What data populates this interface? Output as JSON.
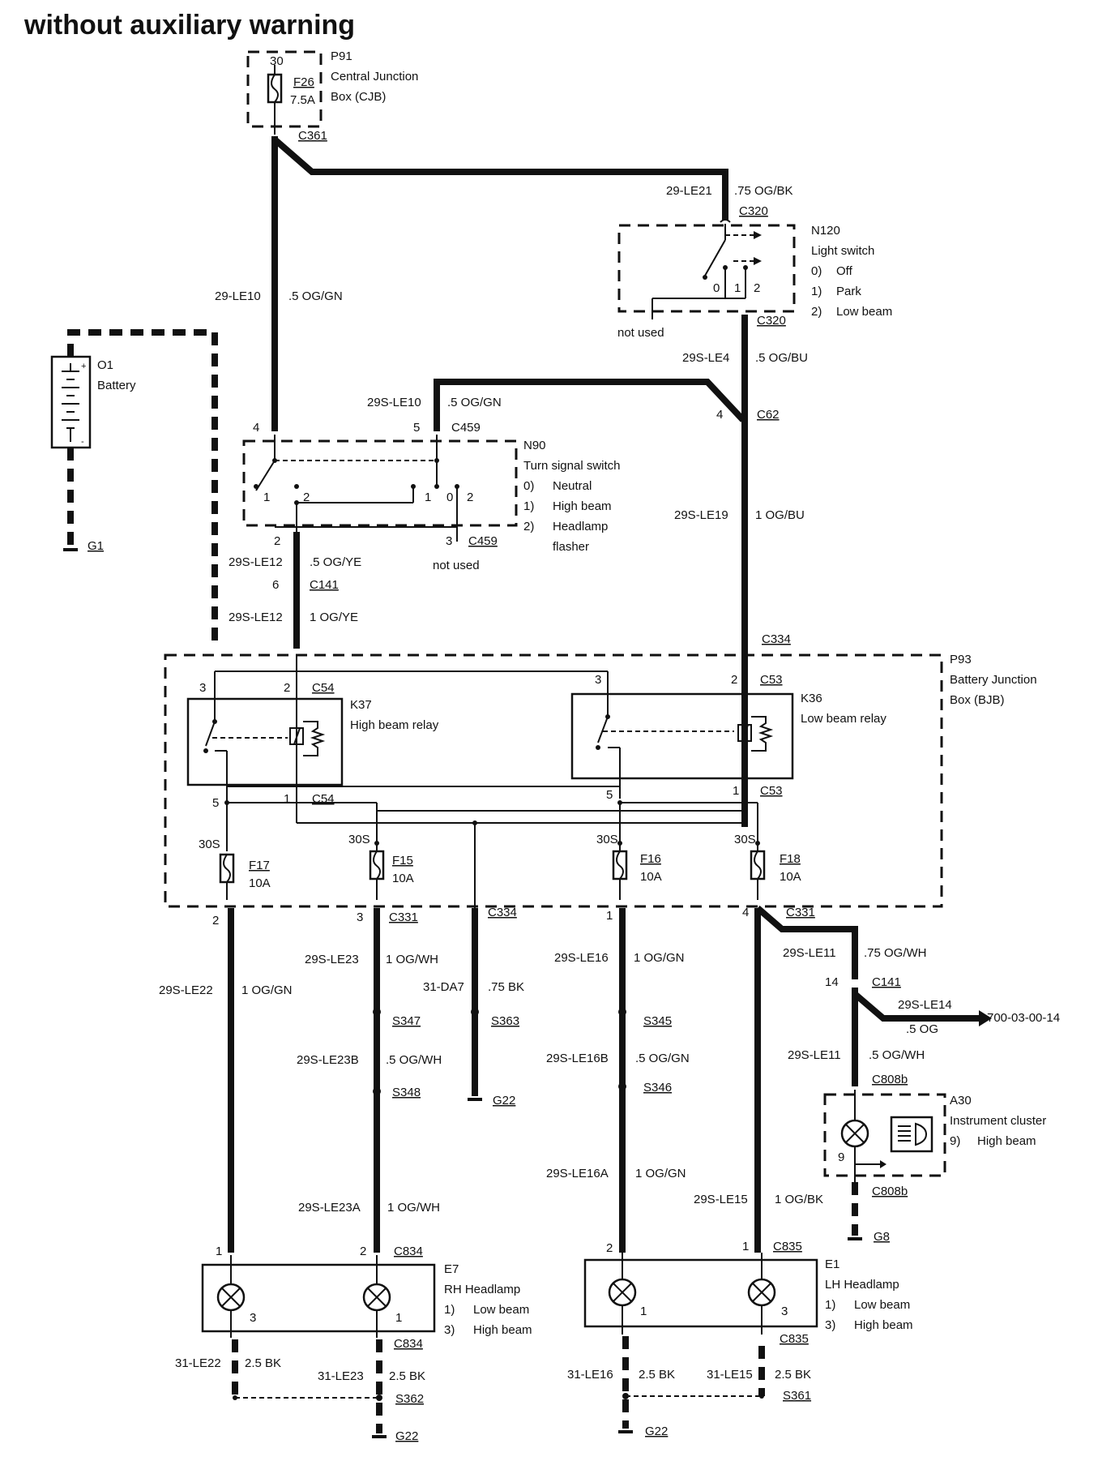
{
  "title": "without auxiliary warning",
  "components": {
    "p91": {
      "id": "P91",
      "name1": "Central Junction",
      "name2": "Box (CJB)",
      "fuse": "F26",
      "rating": "7.5A",
      "pin": "30",
      "connector": "C361"
    },
    "n120": {
      "id": "N120",
      "name": "Light switch",
      "pos0_num": "0)",
      "pos0": "Off",
      "pos1_num": "1)",
      "pos1": "Park",
      "pos2_num": "2)",
      "pos2": "Low beam",
      "connector_top": "C320",
      "connector_bottom": "C320",
      "note": "not used",
      "sw0": "0",
      "sw1": "1",
      "sw2": "2"
    },
    "o1": {
      "id": "O1",
      "name": "Battery",
      "ground": "G1"
    },
    "n90": {
      "id": "N90",
      "name": "Turn signal switch",
      "pos0_num": "0)",
      "pos0": "Neutral",
      "pos1_num": "1)",
      "pos1": "High beam",
      "pos2_num": "2)",
      "pos2a": "Headlamp",
      "pos2b": "flasher",
      "connector_top": "C459",
      "connector_bottom": "C459",
      "pin4": "4",
      "pin5": "5",
      "pin2": "2",
      "pin3": "3",
      "note": "not used",
      "swl1": "1",
      "swl2": "2",
      "swr1": "1",
      "swr0": "0",
      "swr2": "2"
    },
    "c62": {
      "id": "C62",
      "pin": "4"
    },
    "c141a": {
      "id": "C141",
      "pin": "6"
    },
    "p93": {
      "id": "P93",
      "name1": "Battery Junction",
      "name2": "Box (BJB)",
      "c334": "C334"
    },
    "k37": {
      "id": "K37",
      "name": "High beam relay",
      "conn_top": "C54",
      "conn_bottom": "C54",
      "pin3": "3",
      "pin2": "2",
      "pin5": "5",
      "pin1": "1"
    },
    "k36": {
      "id": "K36",
      "name": "Low beam relay",
      "conn_top": "C53",
      "conn_bottom": "C53",
      "pin3": "3",
      "pin2": "2",
      "pin5": "5",
      "pin1": "1"
    },
    "fuses": [
      {
        "id": "F17",
        "rating": "10A",
        "term": "30S"
      },
      {
        "id": "F15",
        "rating": "10A",
        "term": "30S"
      },
      {
        "id": "F16",
        "rating": "10A",
        "term": "30S"
      },
      {
        "id": "F18",
        "rating": "10A",
        "term": "30S"
      }
    ],
    "c331": {
      "id": "C331",
      "pin2": "2",
      "pin3": "3",
      "pin1": "1",
      "pin4": "4",
      "id2": "C331"
    },
    "c334b": {
      "id": "C334"
    },
    "splices": {
      "s347": "S347",
      "s348": "S348",
      "s363": "S363",
      "s345": "S345",
      "s346": "S346",
      "s362": "S362",
      "s361": "S361"
    },
    "grounds": {
      "g22a": "G22",
      "g22b": "G22",
      "g22c": "G22",
      "g8": "G8"
    },
    "c141b": {
      "id": "C141",
      "pin": "14",
      "ref": "700-03-00-14"
    },
    "a30": {
      "id": "A30",
      "name": "Instrument cluster",
      "item_num": "9)",
      "item": "High beam",
      "pin": "9",
      "conn_top": "C808b",
      "conn_bottom": "C808b"
    },
    "e7": {
      "id": "E7",
      "name": "RH Headlamp",
      "pos1_num": "1)",
      "pos1": "Low beam",
      "pos3_num": "3)",
      "pos3": "High beam",
      "conn_top": "C834",
      "conn_bottom": "C834",
      "pin1": "1",
      "pin2": "2",
      "lamp_pin_a": "3",
      "lamp_pin_b": "1"
    },
    "e1": {
      "id": "E1",
      "name": "LH Headlamp",
      "pos1_num": "1)",
      "pos1": "Low beam",
      "pos3_num": "3)",
      "pos3": "High beam",
      "conn_top": "C835",
      "conn_bottom": "C835",
      "pin2": "2",
      "pin1": "1",
      "lamp_pin_a": "1",
      "lamp_pin_b": "3"
    }
  },
  "wires": {
    "le21": {
      "circuit": "29-LE21",
      "spec": ".75 OG/BK"
    },
    "le10": {
      "circuit": "29-LE10",
      "spec": ".5 OG/GN"
    },
    "le4": {
      "circuit": "29S-LE4",
      "spec": ".5 OG/BU"
    },
    "sle10": {
      "circuit": "29S-LE10",
      "spec": ".5 OG/GN"
    },
    "le19": {
      "circuit": "29S-LE19",
      "spec": "1 OG/BU"
    },
    "le12a": {
      "circuit": "29S-LE12",
      "spec": ".5 OG/YE"
    },
    "le12b": {
      "circuit": "29S-LE12",
      "spec": "1 OG/YE"
    },
    "le22": {
      "circuit": "29S-LE22",
      "spec": "1 OG/GN"
    },
    "le23": {
      "circuit": "29S-LE23",
      "spec": "1 OG/WH"
    },
    "le23b": {
      "circuit": "29S-LE23B",
      "spec": ".5 OG/WH"
    },
    "le23a": {
      "circuit": "29S-LE23A",
      "spec": "1 OG/WH"
    },
    "da7": {
      "circuit": "31-DA7",
      "spec": ".75 BK"
    },
    "le16": {
      "circuit": "29S-LE16",
      "spec": "1 OG/GN"
    },
    "le16b": {
      "circuit": "29S-LE16B",
      "spec": ".5 OG/GN"
    },
    "le16a": {
      "circuit": "29S-LE16A",
      "spec": "1 OG/GN"
    },
    "le11a": {
      "circuit": "29S-LE11",
      "spec": ".75 OG/WH"
    },
    "le14": {
      "circuit": "29S-LE14",
      "spec": ".5 OG"
    },
    "le11b": {
      "circuit": "29S-LE11",
      "spec": ".5 OG/WH"
    },
    "le15": {
      "circuit": "29S-LE15",
      "spec": "1 OG/BK"
    },
    "g_le22": {
      "circuit": "31-LE22",
      "spec": "2.5 BK"
    },
    "g_le23": {
      "circuit": "31-LE23",
      "spec": "2.5 BK"
    },
    "g_le16": {
      "circuit": "31-LE16",
      "spec": "2.5 BK"
    },
    "g_le15": {
      "circuit": "31-LE15",
      "spec": "2.5 BK"
    }
  }
}
